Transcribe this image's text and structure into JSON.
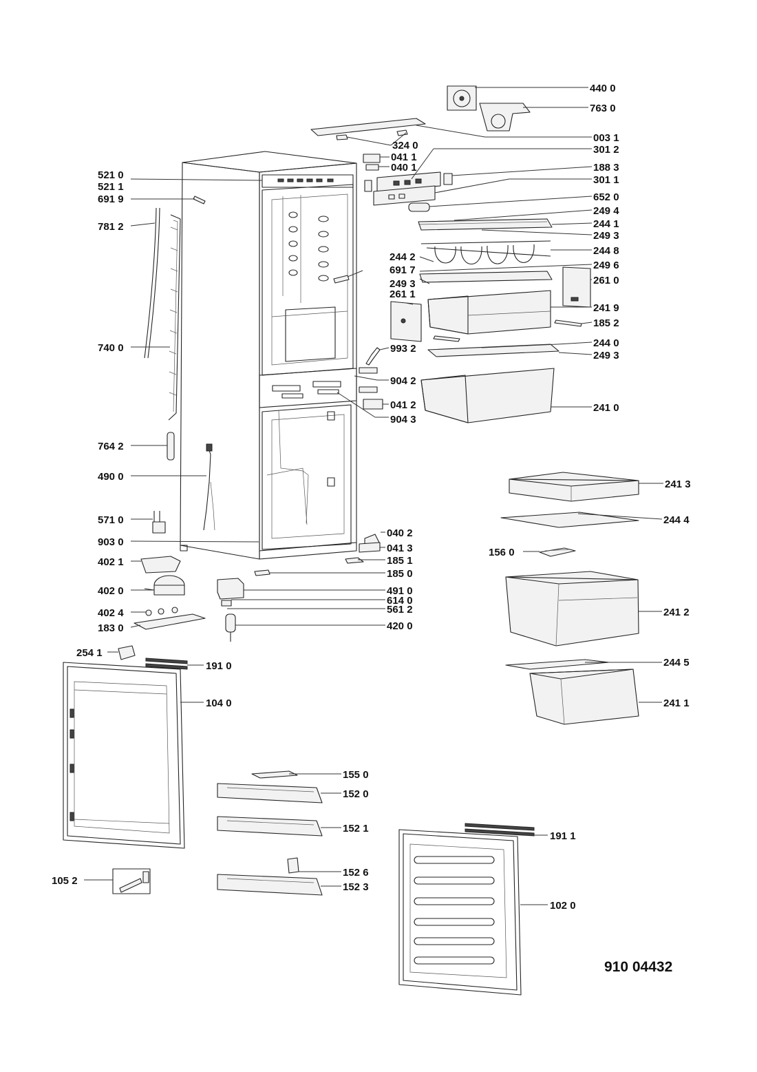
{
  "document_number": "910 04432",
  "part_labels": {
    "p4400": "440 0",
    "p7630": "763 0",
    "p0031": "003 1",
    "p3240": "324 0",
    "p3012": "301 2",
    "p0411": "041 1",
    "p0401": "040 1",
    "p1883": "188 3",
    "p5210": "521 0",
    "p5211": "521 1",
    "p3011": "301 1",
    "p6919": "691 9",
    "p6520": "652 0",
    "p2494": "249 4",
    "p7812": "781 2",
    "p2441": "244 1",
    "p2493a": "249 3",
    "p2448": "244 8",
    "p2442": "244 2",
    "p2496": "249 6",
    "p6917": "691 7",
    "p2610": "261 0",
    "p2493b": "249 3",
    "p2611": "261 1",
    "p2419": "241 9",
    "p1852": "185 2",
    "p2440": "244 0",
    "p7400": "740 0",
    "p9932": "993 2",
    "p2493c": "249 3",
    "p9042": "904 2",
    "p2410": "241 0",
    "p0412": "041 2",
    "p9043": "904 3",
    "p7642": "764 2",
    "p4900": "490 0",
    "p2413": "241 3",
    "p2444": "244 4",
    "p5710": "571 0",
    "p0402": "040 2",
    "p9030": "903 0",
    "p0413": "041 3",
    "p1560": "156 0",
    "p4021": "402 1",
    "p1851": "185 1",
    "p1850": "185 0",
    "p4020": "402 0",
    "p4910": "491 0",
    "p6140": "614 0",
    "p4024": "402 4",
    "p5612": "561 2",
    "p2412": "241 2",
    "p1830": "183 0",
    "p4200": "420 0",
    "p2541": "254 1",
    "p1910": "191 0",
    "p2445": "244 5",
    "p1040": "104 0",
    "p2411": "241 1",
    "p1550": "155 0",
    "p1520": "152 0",
    "p1521": "152 1",
    "p1911": "191 1",
    "p1052": "105 2",
    "p1526": "152 6",
    "p1523": "152 3",
    "p1020": "102 0"
  }
}
